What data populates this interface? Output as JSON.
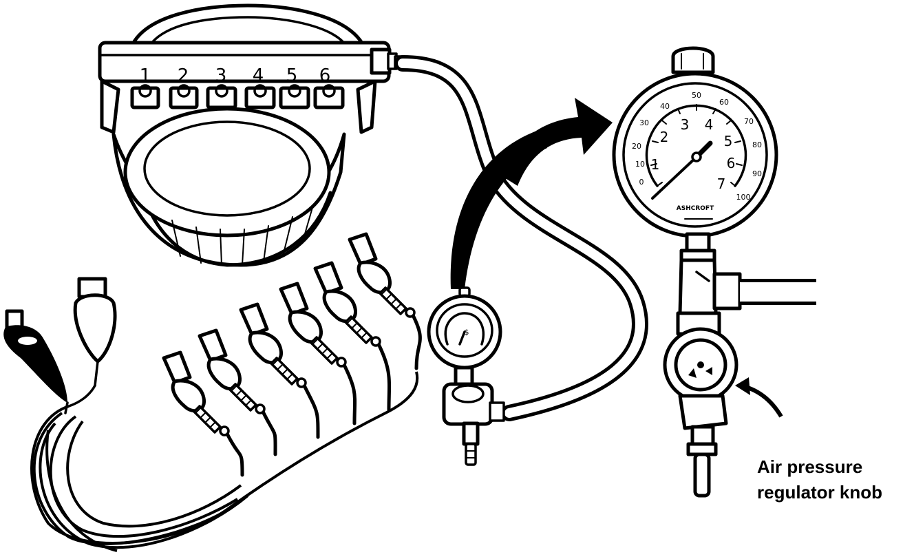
{
  "figure": {
    "port_numbers": [
      "1",
      "2",
      "3",
      "4",
      "5",
      "6"
    ],
    "gauge_scale": {
      "outer": [
        "0",
        "10",
        "20",
        "30",
        "40",
        "50",
        "60",
        "70",
        "80",
        "90",
        "100"
      ],
      "inner": [
        "1",
        "2",
        "3",
        "4",
        "5",
        "6",
        "7"
      ],
      "brand": "ASHCROFT"
    },
    "callout": {
      "line1": "Air pressure",
      "line2": "regulator knob"
    }
  }
}
